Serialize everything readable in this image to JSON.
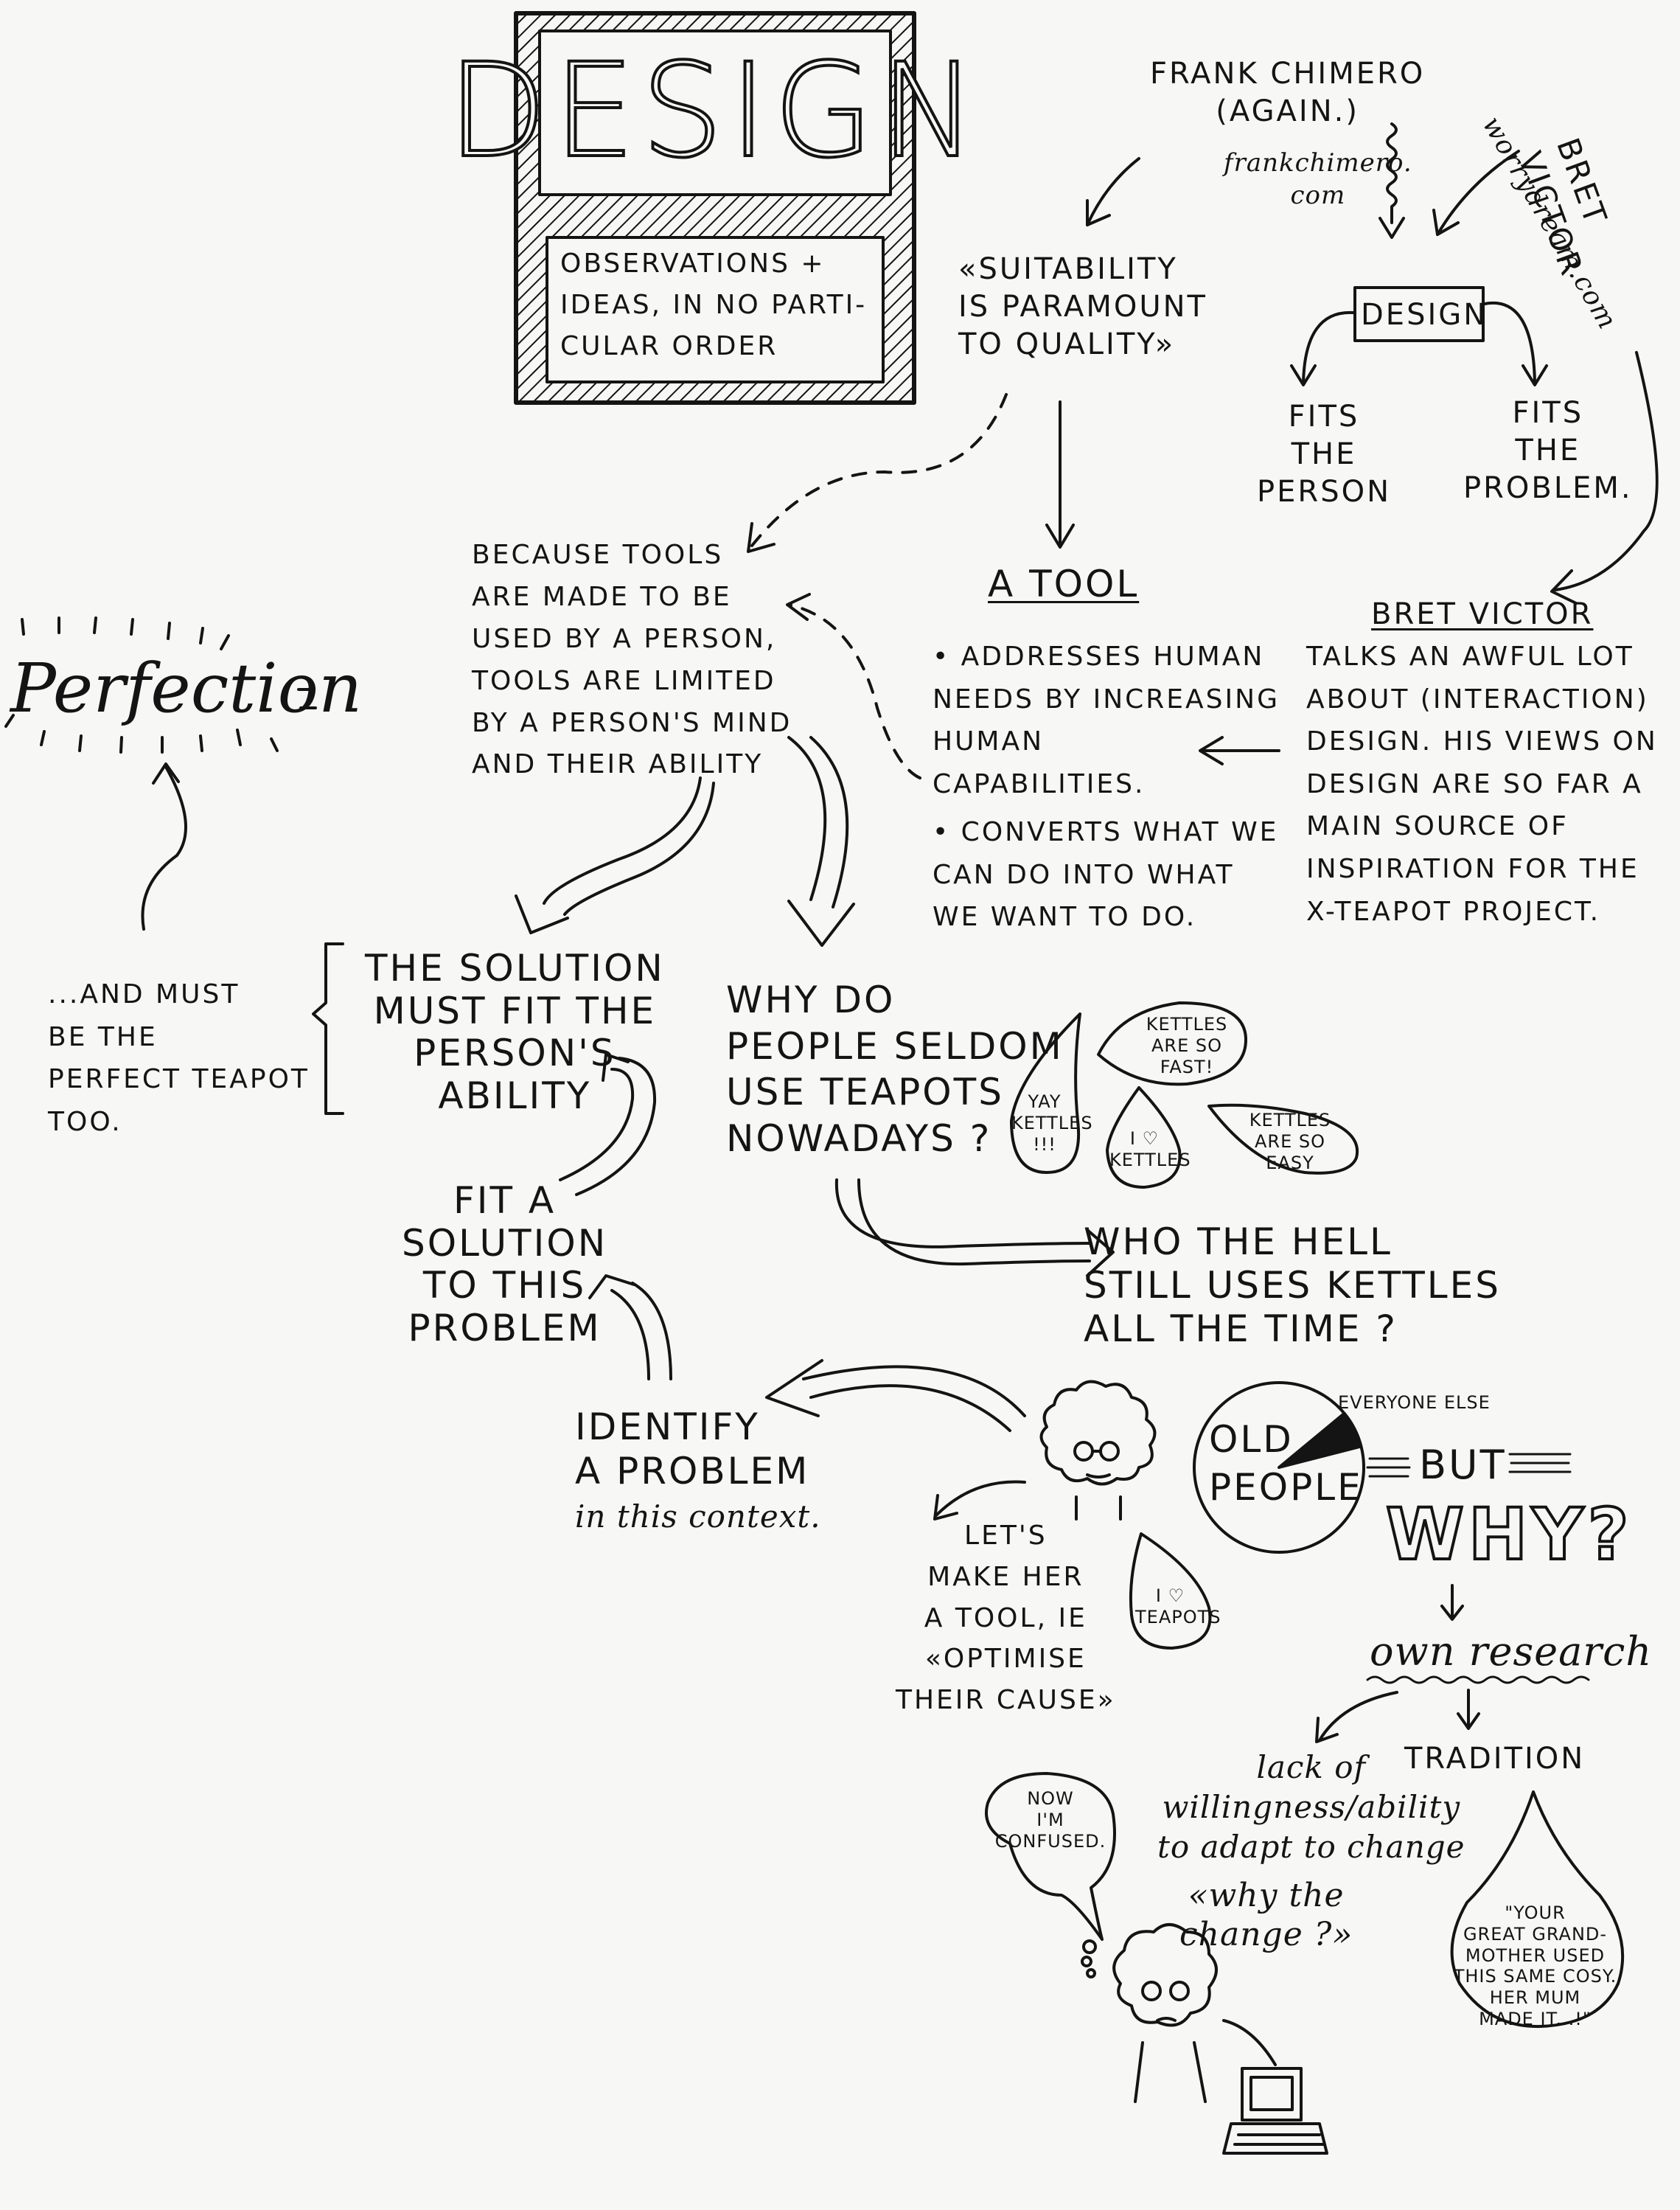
{
  "header": {
    "title": "DESIGN",
    "subtitle": "OBSERVATIONS +\nIDEAS, IN NO PARTI-\nCULAR ORDER"
  },
  "sources": {
    "frank": "FRANK CHIMERO\n(AGAIN.)",
    "frank_url": "frankchimero.\ncom",
    "bret_url": "worrydream.com",
    "bret": "BRET VICTOR"
  },
  "suitability": "«SUITABILITY\nIS PARAMOUNT\nTO QUALITY»",
  "design_box": {
    "label": "DESIGN",
    "left": "FITS\nTHE\nPERSON",
    "right": "FITS\nTHE\nPROBLEM."
  },
  "tool": {
    "title": "A TOOL",
    "bullet1": "• ADDRESSES HUMAN\nNEEDS BY INCREASING\nHUMAN\n   CAPABILITIES.",
    "bullet2": "• CONVERTS WHAT WE\nCAN DO INTO WHAT\nWE WANT TO DO."
  },
  "bret_note": {
    "name": "BRET VICTOR",
    "body": "TALKS AN AWFUL LOT\nABOUT (INTERACTION)\nDESIGN. HIS VIEWS ON\nDESIGN ARE SO FAR A\nMAIN SOURCE OF\nINSPIRATION FOR THE\nX-TEAPOT PROJECT."
  },
  "because": "BECAUSE TOOLS\nARE MADE TO BE\nUSED BY A PERSON,\nTOOLS ARE LIMITED\nBY A PERSON'S MIND\nAND THEIR ABILITY",
  "perfection": "Perfection",
  "and_must": "...AND MUST\nBE THE\nPERFECT TEAPOT\nTOO.",
  "solution": "THE SOLUTION\nMUST FIT THE\nPERSON'S\nABILITY",
  "why_do": "WHY DO\nPEOPLE SELDOM\nUSE TEAPOTS\nNOWADAYS ?",
  "bubbles": {
    "yay": "YAY\nKETTLES\n!!!",
    "fast": "KETTLES\nARE SO\nFAST!",
    "love": "I ♡\nKETTLES",
    "easy": "KETTLES\nARE SO\nEASY",
    "teapots": "I ♡\nTEAPOTS",
    "confused": "NOW\nI'M\nCONFUSED.",
    "grand": "\"YOUR\nGREAT GRAND-\nMOTHER USED\nTHIS SAME COSY.\nHER MUM\nMADE IT...!\""
  },
  "who": "WHO THE HELL\nSTILL USES KETTLES\nALL THE TIME ?",
  "fit": "FIT A\nSOLUTION\nTO THIS\nPROBLEM",
  "identify": "IDENTIFY\nA PROBLEM",
  "identify_context": "in this context.",
  "lets": "LET'S\nMAKE HER\nA TOOL, ie\n«OPTIMISE\nTHEIR CAUSE»",
  "pie": {
    "main": "OLD\nPEOPLE",
    "slice": "EVERYONE ELSE"
  },
  "pie_data": {
    "old_people": 0.93,
    "everyone_else": 0.07
  },
  "but": "BUT",
  "why": "WHY?",
  "own_research": "own research",
  "lack": "lack of\nwillingness/ability\nto adapt to change",
  "why_change": "«why the\nchange ?»",
  "tradition": "TRADITION"
}
